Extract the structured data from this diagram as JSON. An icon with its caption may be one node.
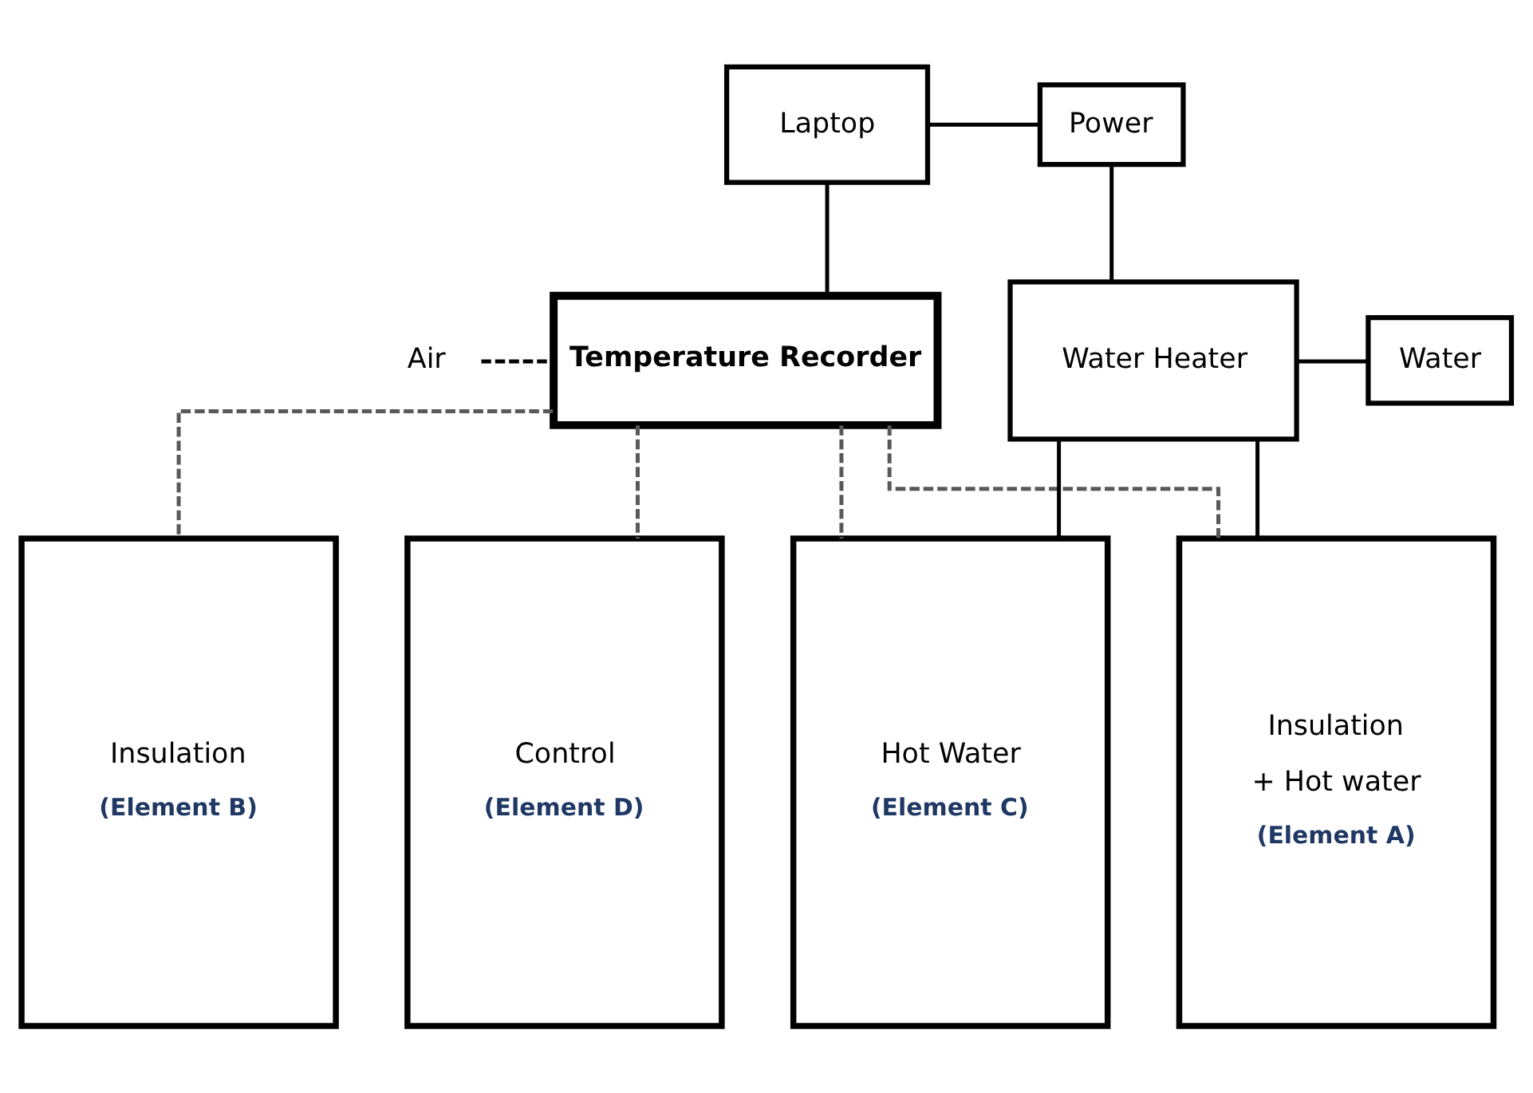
{
  "diagram": {
    "nodes": [
      {
        "text": [
          "Laptop"
        ]
      },
      {
        "text": [
          "Power"
        ]
      },
      {
        "text": [
          "Air"
        ]
      },
      {
        "text": [
          "Temperature Recorder"
        ]
      },
      {
        "text": [
          "Water Heater"
        ]
      },
      {
        "text": [
          "Water"
        ]
      },
      {
        "text": [
          "Hot Water",
          "(Element C)"
        ]
      },
      {
        "text": [
          "Insulation",
          "+ Hot water",
          "(Element A)"
        ]
      },
      {
        "text": [
          "Insulation",
          "(Element B)"
        ]
      },
      {
        "text": [
          "Control",
          "(Element D)"
        ]
      }
    ],
    "edges": [
      {
        "from": 0,
        "to": 1,
        "arrow": "none"
      },
      {
        "from": 0,
        "to": 3,
        "arrow": "none"
      },
      {
        "from": 2,
        "to": 3,
        "arrow": "none",
        "style": "dashed"
      },
      {
        "from": 1,
        "to": 4,
        "arrow": "none"
      },
      {
        "from": 4,
        "to": 5,
        "arrow": "none"
      },
      {
        "from": 4,
        "to": 6,
        "arrow": "none"
      },
      {
        "from": 4,
        "to": 7,
        "arrow": "none"
      },
      {
        "from": 3,
        "to": 6,
        "arrow": "none",
        "style": "dashed",
        "color": "#595959"
      },
      {
        "from": 3,
        "to": 7,
        "arrow": "none",
        "style": "dashed",
        "color": "#595959"
      },
      {
        "from": 3,
        "to": 8,
        "arrow": "none",
        "style": "dashed",
        "color": "#595959"
      },
      {
        "from": 3,
        "to": 9,
        "arrow": "none",
        "style": "dashed",
        "color": "#595959"
      }
    ]
  }
}
